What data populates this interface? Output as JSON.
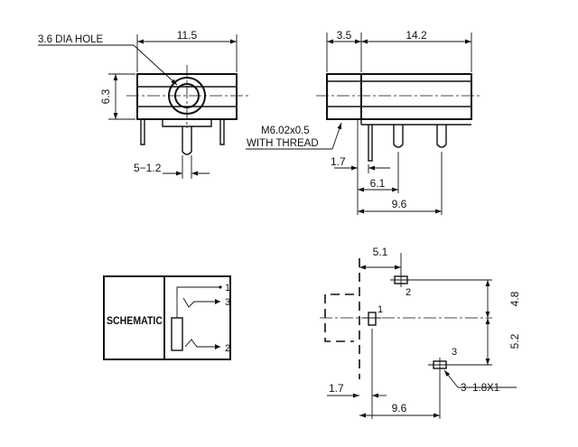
{
  "front_view": {
    "hole_note": "3.6 DIA HOLE",
    "width": "11.5",
    "height": "6.3",
    "pin_pitch": "5−1.2"
  },
  "side_view": {
    "front_length": "3.5",
    "body_length": "14.2",
    "thread_note_line1": "M6.02x0.5",
    "thread_note_line2": "WITH THREAD",
    "pin_offset_1": "1.7",
    "pin_offset_2": "6.1",
    "pin_offset_3": "9.6"
  },
  "schematic": {
    "label": "SCHEMATIC",
    "pins": [
      "1",
      "3",
      "2"
    ]
  },
  "footprint": {
    "pin_offset_x": "5.1",
    "pin_offset_up": "4.8",
    "pin_offset_down": "5.2",
    "pad_note": "3−1.8X1",
    "pad_label_1": "1",
    "pad_label_2": "2",
    "pad_label_3": "3",
    "edge_offset": "1.7",
    "pitch_total": "9.6"
  }
}
